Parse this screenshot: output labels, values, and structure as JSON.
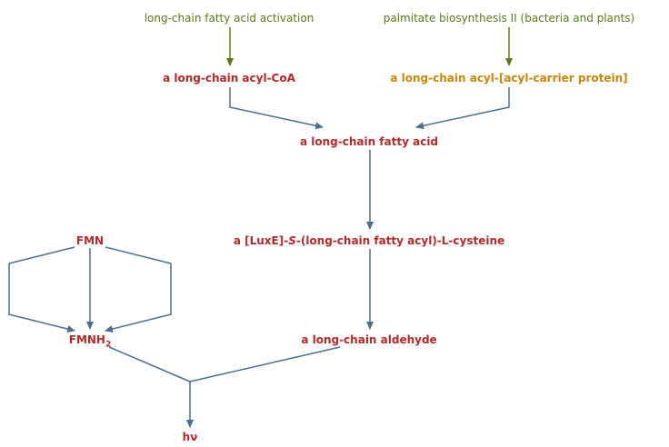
{
  "pathway_links": {
    "long_chain_activation": "long-chain fatty acid activation",
    "palmitate_biosynthesis": "palmitate biosynthesis II (bacteria and plants)"
  },
  "compounds": {
    "acyl_coa": "a long-chain acyl-CoA",
    "acyl_acp": "a long-chain acyl-[acyl-carrier protein]",
    "fatty_acid": "a long-chain fatty acid",
    "luxe_prefix": "a [LuxE]-",
    "luxe_s": "S",
    "luxe_suffix": "-(long-chain fatty acyl)-L-cysteine",
    "aldehyde": "a long-chain aldehyde",
    "fmn": "FMN",
    "fmnh2_base": "FMNH",
    "fmnh2_sub": "2",
    "hv": "hν"
  },
  "colors": {
    "compound": "#b22a2a",
    "compound_alt": "#c8860a",
    "pathway_link": "#5a7a1a",
    "link_arrow": "#5a7a1a",
    "reaction_arrow": "#4d6f8c"
  }
}
